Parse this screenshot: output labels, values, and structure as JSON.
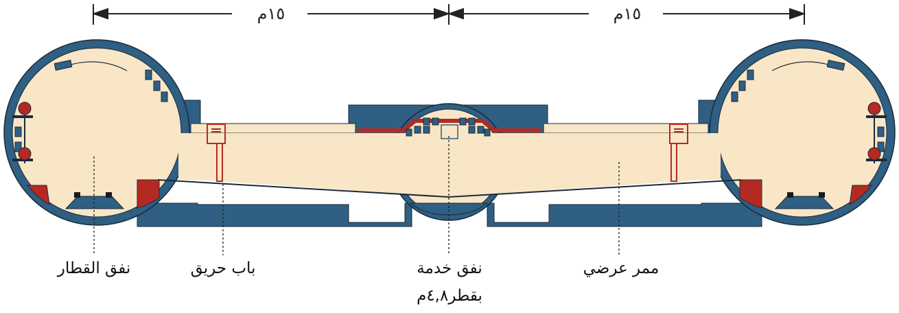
{
  "dimensions": {
    "left_span": "١٥م",
    "right_span": "١٥م"
  },
  "labels": {
    "train_tunnel": "نفق القطار",
    "fire_door": "باب حريق",
    "service_tunnel_line1": "نفق خدمة",
    "service_tunnel_line2": "بقطر٤,٨م",
    "cross_passage": "ممر عرضي"
  },
  "colors": {
    "structure": "#2f5f82",
    "fill": "#f8e6c6",
    "accent_red": "#b42a22",
    "outline": "#1a2a3a"
  }
}
